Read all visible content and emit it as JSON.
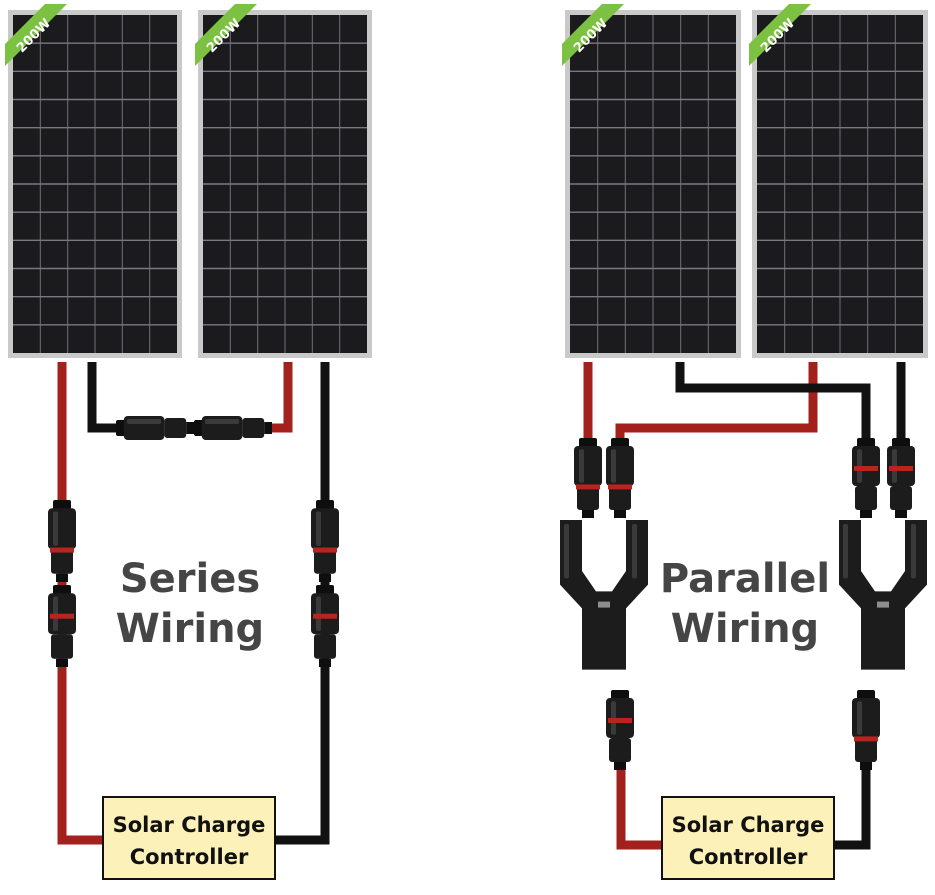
{
  "panels": [
    {
      "id": "series-left",
      "badge": "200W"
    },
    {
      "id": "series-right",
      "badge": "200W"
    },
    {
      "id": "parallel-left",
      "badge": "200W"
    },
    {
      "id": "parallel-right",
      "badge": "200W"
    }
  ],
  "labels": {
    "series_line1": "Series",
    "series_line2": "Wiring",
    "parallel_line1": "Parallel",
    "parallel_line2": "Wiring"
  },
  "controllers": [
    {
      "line1": "Solar Charge",
      "line2": "Controller"
    },
    {
      "line1": "Solar Charge",
      "line2": "Controller"
    }
  ],
  "colors": {
    "positive_wire": "#a3201c",
    "negative_wire": "#111111",
    "badge": "#7cc142",
    "controller_fill": "#fbf1b9",
    "label_text": "#454545"
  }
}
